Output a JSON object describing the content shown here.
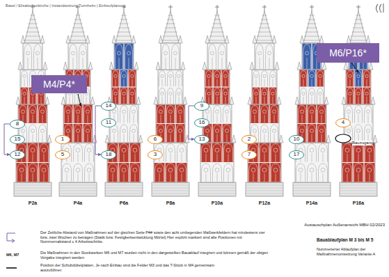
{
  "diagram": {
    "nodes": [
      {
        "text": [
          "8"
        ]
      },
      {
        "text": [
          "15"
        ]
      },
      {
        "text": [
          "12"
        ]
      },
      {
        "text": [
          "M4/P4*"
        ]
      },
      {
        "text": [
          "1"
        ]
      },
      {
        "text": [
          "5"
        ]
      },
      {
        "text": [
          "14"
        ]
      },
      {
        "text": [
          "11"
        ]
      },
      {
        "text": [
          "18"
        ]
      },
      {
        "text": [
          "6"
        ]
      },
      {
        "text": [
          "3"
        ]
      },
      {
        "text": [
          "9"
        ]
      },
      {
        "text": [
          "16"
        ]
      },
      {
        "text": [
          "13"
        ]
      },
      {
        "text": [
          "2"
        ]
      },
      {
        "text": [
          "7"
        ]
      },
      {
        "text": [
          "10"
        ]
      },
      {
        "text": [
          "17"
        ]
      },
      {
        "text": [
          "M6/P16*"
        ]
      },
      {
        "text": [
          "4"
        ]
      }
    ],
    "edges": [
      {
        "from": 0,
        "to": 2,
        "arrow": "to"
      },
      {
        "from": 6,
        "to": 8,
        "arrow": "to"
      },
      {
        "from": 11,
        "to": 13,
        "arrow": "to"
      }
    ],
    "labels": [
      "Basel / Elisabethenkirche | Instandsetzung Turmhelm | Einheufplanung",
      "P2a",
      "P4a",
      "P6a",
      "P8a",
      "P10a",
      "P12a",
      "P14a",
      "P16a",
      "Bauzugang",
      "Austauschplan Außenansicht MBH 02/2023",
      "Der Zeitliche Abstand von Maßnahmen auf der gleichen Seite P## sowie den acht umliegenden Maßwerkfeldern hat mindestens vier bzw. zwei Wochen zu betragen (Statik bzw. Festigkeitsentwicklung Mörtel) Hier explizit markiert sind alle Positionen mit Nummernabstand ≤ 4 Arbeitsschritte.",
      "M6, M7",
      "Die Maßnahmen in den Stockwerken M6 und M7 wurden nicht in den dargestellten Bauablauf integriert und können gemäß der obigen Vorgabe integriert werden",
      "Position der Schubdübelplatten. Je nach Einbau sind die Felder M3 und das T-Stück in M4 gemeinsam auszuführen",
      "Bauablaufplan M 3 bis M 5",
      "Nummerierter Ablaufplan der Maßnahmenumsetzung Variante A"
    ]
  }
}
